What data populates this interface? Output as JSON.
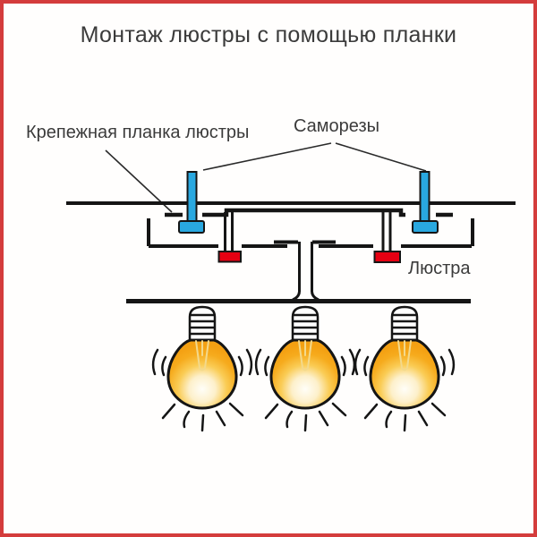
{
  "title": "Монтаж люстры с помощью планки",
  "labels": {
    "bracket": "Крепежная планка люстры",
    "screws": "Саморезы",
    "chandelier": "Люстра"
  },
  "colors": {
    "frame-red": "#d43c3c",
    "ink": "#151515",
    "text": "#3b3b3b",
    "screw-blue": "#29a8e0",
    "nut-red": "#e60012",
    "bulb-orange": "#f5a416",
    "bulb-glow": "#fffdf4",
    "filament-yellow": "#f3d98c"
  }
}
